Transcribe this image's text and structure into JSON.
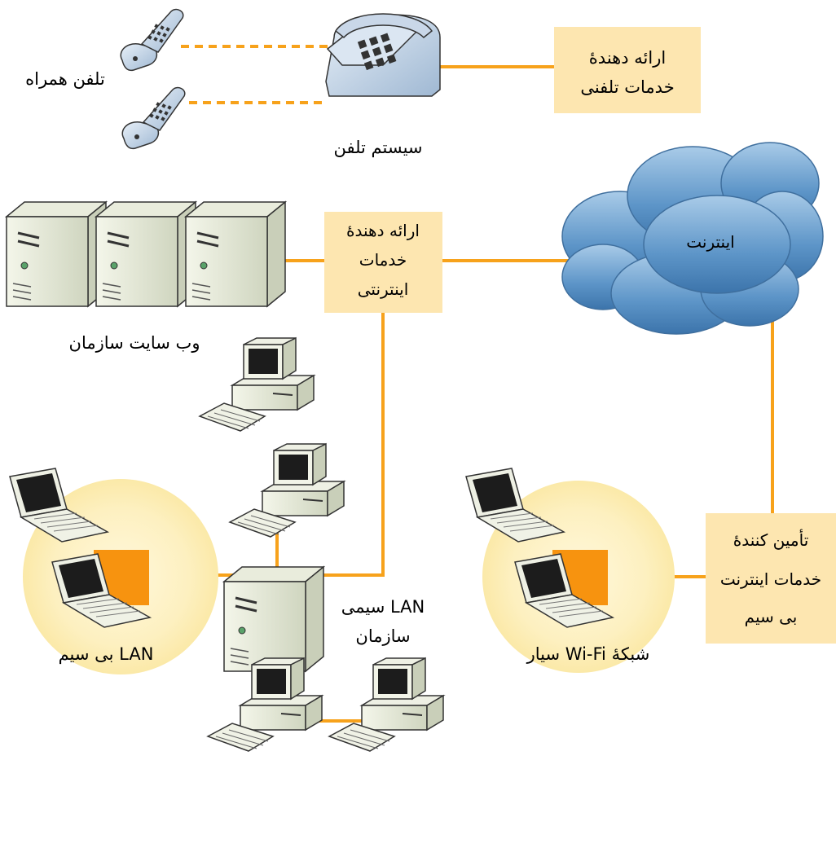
{
  "colors": {
    "wire": "#f7a21b",
    "box_fill": "#fde6b0",
    "access_point": "#f7930f",
    "coverage": "#fdf1c6",
    "cloud": "#5b95c6"
  },
  "labels": {
    "mobile_phone": "تلفن همراه",
    "phone_system": "سیستم تلفن",
    "phone_provider": [
      "ارائه دهندۀ",
      "خدمات تلفنی"
    ],
    "internet": "اینترنت",
    "internet_provider": [
      "ارائه دهندۀ",
      "خدمات",
      "اینترنتی"
    ],
    "org_website": "وب سایت سازمان",
    "wired_lan": [
      "LAN سیمی",
      "سازمان"
    ],
    "wireless_lan": "LAN بی سیم",
    "wireless_isp": [
      "تأمین کنندۀ",
      "خدمات اینترنت",
      "بی سیم"
    ],
    "wifi_network": "شبکۀ Wi-Fi سیار"
  }
}
